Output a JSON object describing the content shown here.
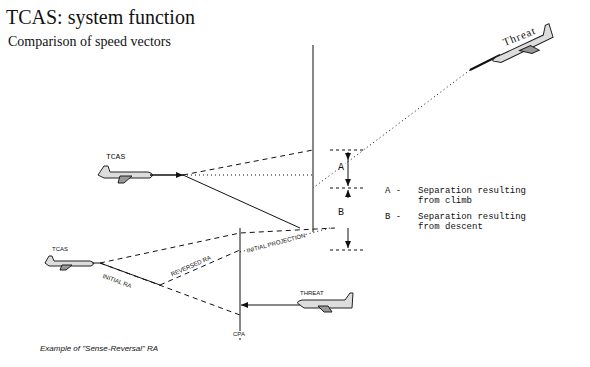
{
  "diagram": {
    "title": "TCAS: system function",
    "caption": "Example of \"Sense-Reversal\" RA",
    "labels": [
      "Comparison of speed vectors",
      "Threat",
      "TCAS",
      "A",
      "B",
      "A -",
      "Separation resulting from climb",
      "B -",
      "Separation resulting from descent",
      "TCAS",
      "INITIAL RA",
      "REVERSED RA",
      "INITIAL PROJECTION",
      "THREAT",
      "CPA"
    ]
  }
}
